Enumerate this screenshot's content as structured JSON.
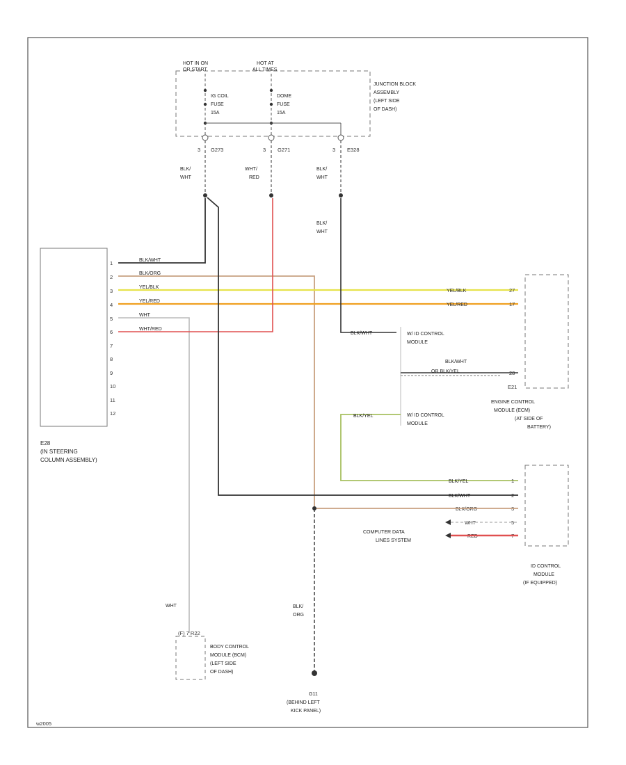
{
  "colors": {
    "black": "#333333",
    "red": "#e05050",
    "tan": "#c8a080",
    "yellow": "#e6e24a",
    "orange": "#f0a020",
    "white_wire": "#bbbbbb",
    "green": "#a8c060",
    "gray": "#777777"
  },
  "junction_block": {
    "hot_in_on": [
      "HOT IN ON",
      "OR START"
    ],
    "hot_at_all": [
      "HOT AT",
      "ALL TIMES"
    ],
    "ig_fuse": [
      "IG COIL",
      "FUSE",
      "15A"
    ],
    "dome_fuse": [
      "DOME",
      "FUSE",
      "15A"
    ],
    "label": [
      "JUNCTION BLOCK",
      "ASSEMBLY",
      "(LEFT SIDE",
      "OF DASH)"
    ],
    "pin_ig": "3",
    "conn_ig": "G273",
    "pin_dome": "3",
    "conn_dome": "G271",
    "pin_ground": "3",
    "conn_ground": "E328"
  },
  "top_wire_labels": {
    "ig": [
      "BLK/",
      "WHT"
    ],
    "dome": [
      "WHT/",
      "RED"
    ],
    "ground": [
      "BLK/",
      "WHT"
    ],
    "ground_lower": [
      "BLK/",
      "WHT"
    ]
  },
  "e28": {
    "name": [
      "E28",
      "(IN STEERING",
      "COLUMN ASSEMBLY)"
    ],
    "pins": [
      "1",
      "2",
      "3",
      "4",
      "5",
      "6",
      "7",
      "8",
      "9",
      "10",
      "11",
      "12"
    ],
    "wires": [
      "BLK/WHT",
      "BLK/ORG",
      "YEL/BLK",
      "YEL/RED",
      "WHT",
      "WHT/RED"
    ]
  },
  "ecm": {
    "label": [
      "ENGINE CONTROL",
      "MODULE (ECM)",
      "(AT SIDE OF",
      "BATTERY)"
    ],
    "conn": "E21",
    "wires": [
      "YEL/BLK",
      "YEL/RED"
    ],
    "pins": [
      "27",
      "17",
      "28"
    ],
    "blk_wht": "BLK/WHT",
    "dashed_wire": "OR BLK/YEL"
  },
  "key_id": {
    "upper": [
      "W/ ID CONTROL",
      "MODULE"
    ],
    "lower": [
      "W/ ID CONTROL",
      "MODULE"
    ],
    "upper_wire": "BLK/WHT",
    "lower_wire": "BLK/YEL"
  },
  "id_module": {
    "label": [
      "ID CONTROL",
      "MODULE",
      "(IF EQUIPPED)"
    ],
    "wires": [
      "BLK/YEL",
      "BLK/WHT",
      "BLK/ORG",
      "WHT",
      "RED"
    ],
    "pins": [
      "1",
      "2",
      "3",
      "5",
      "7"
    ]
  },
  "computer_data": [
    "COMPUTER DATA",
    "LINES SYSTEM"
  ],
  "bcm": {
    "label": [
      "BODY CONTROL",
      "MODULE (BCM)",
      "(LEFT SIDE",
      "OF DASH)"
    ],
    "conn": "(F) 7 R22",
    "wire": "WHT"
  },
  "ground": {
    "wire": [
      "BLK/",
      "ORG"
    ],
    "label": [
      "G11",
      "(BEHIND LEFT",
      "KICK PANEL)"
    ]
  },
  "footer": "w2005"
}
